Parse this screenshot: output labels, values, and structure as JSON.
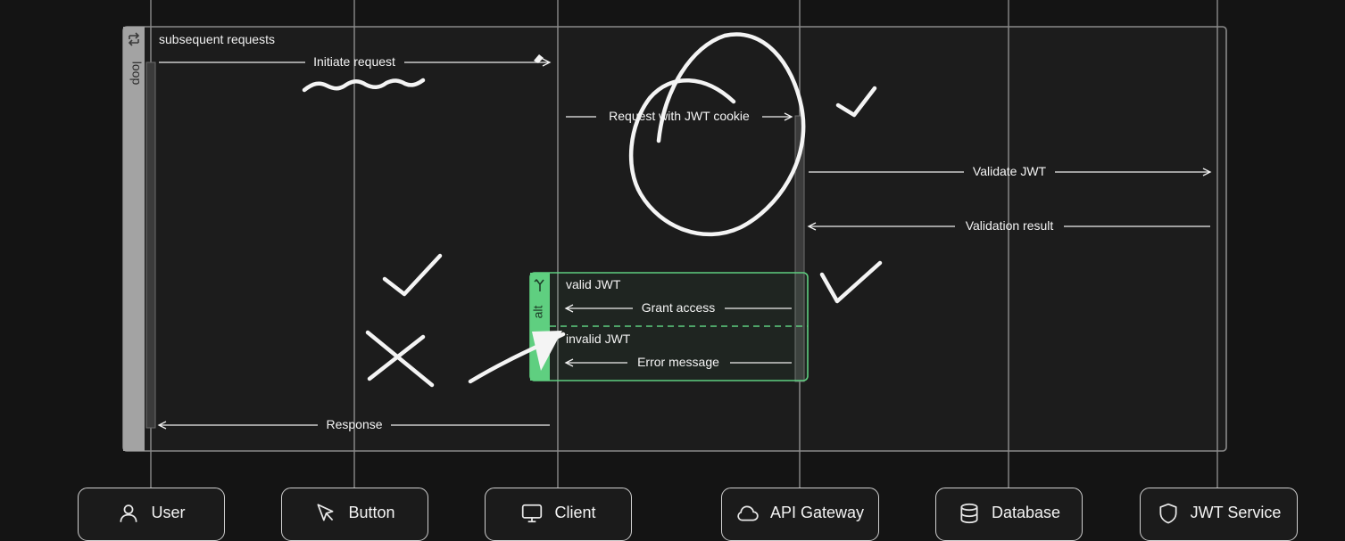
{
  "participants": [
    {
      "key": "user",
      "label": "User",
      "icon": "user-icon"
    },
    {
      "key": "button",
      "label": "Button",
      "icon": "cursor-icon"
    },
    {
      "key": "client",
      "label": "Client",
      "icon": "monitor-icon"
    },
    {
      "key": "api_gateway",
      "label": "API Gateway",
      "icon": "cloud-icon"
    },
    {
      "key": "database",
      "label": "Database",
      "icon": "database-icon"
    },
    {
      "key": "jwt_service",
      "label": "JWT Service",
      "icon": "shield-icon"
    }
  ],
  "loop": {
    "tag": "loop",
    "title": "subsequent requests"
  },
  "messages": [
    {
      "key": "initiate",
      "label": "Initiate request",
      "from": "user",
      "to": "client"
    },
    {
      "key": "request_jwt",
      "label": "Request with JWT cookie",
      "from": "client",
      "to": "api_gateway"
    },
    {
      "key": "validate",
      "label": "Validate JWT",
      "from": "api_gateway",
      "to": "jwt_service"
    },
    {
      "key": "validation_result",
      "label": "Validation result",
      "from": "jwt_service",
      "to": "api_gateway"
    },
    {
      "key": "response",
      "label": "Response",
      "from": "client",
      "to": "user"
    }
  ],
  "alt": {
    "tag": "alt",
    "branches": [
      {
        "condition": "valid JWT",
        "message": {
          "label": "Grant access",
          "from": "api_gateway",
          "to": "client"
        }
      },
      {
        "condition": "invalid JWT",
        "message": {
          "label": "Error message",
          "from": "api_gateway",
          "to": "client"
        }
      }
    ]
  },
  "colors": {
    "background": "#141414",
    "loop_frame": "#8a8a8a",
    "alt_frame": "#5fcf80",
    "ink": "#f4f4f4"
  },
  "annotations": {
    "ink_marks": [
      "squiggle-underline",
      "circle",
      "checkmark",
      "checkmark",
      "checkmark",
      "cross",
      "arrow"
    ]
  }
}
